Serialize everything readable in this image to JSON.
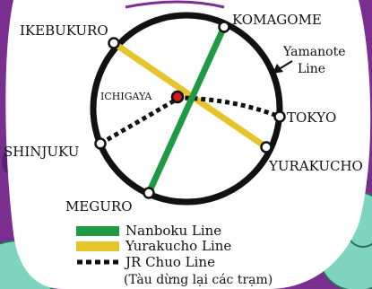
{
  "stations": {
    "ikebukuro": "IKEBUKURO",
    "komagome": "KOMAGOME",
    "ichigaya": "ICHIGAYA",
    "tokyo": "TOKYO",
    "shinjuku": "SHINJUKU",
    "yurakucho": "YURAKUCHO",
    "meguro": "MEGURO"
  },
  "callout": {
    "line1": "Yamanote",
    "line2": "Line"
  },
  "legend": {
    "nanboku": "Nanboku Line",
    "yurakucho": "Yurakucho Line",
    "chuo": "JR Chuo Line",
    "note": "(Tàu dừng lại các trạm)"
  },
  "colors": {
    "nanboku": "#1f9a44",
    "yurakucho": "#e6c42b",
    "chuo": "#111111",
    "yamanote": "#111111",
    "interchange": "#d21c1c",
    "background": "#7a2e90",
    "leaf": "#7fd4c0"
  }
}
